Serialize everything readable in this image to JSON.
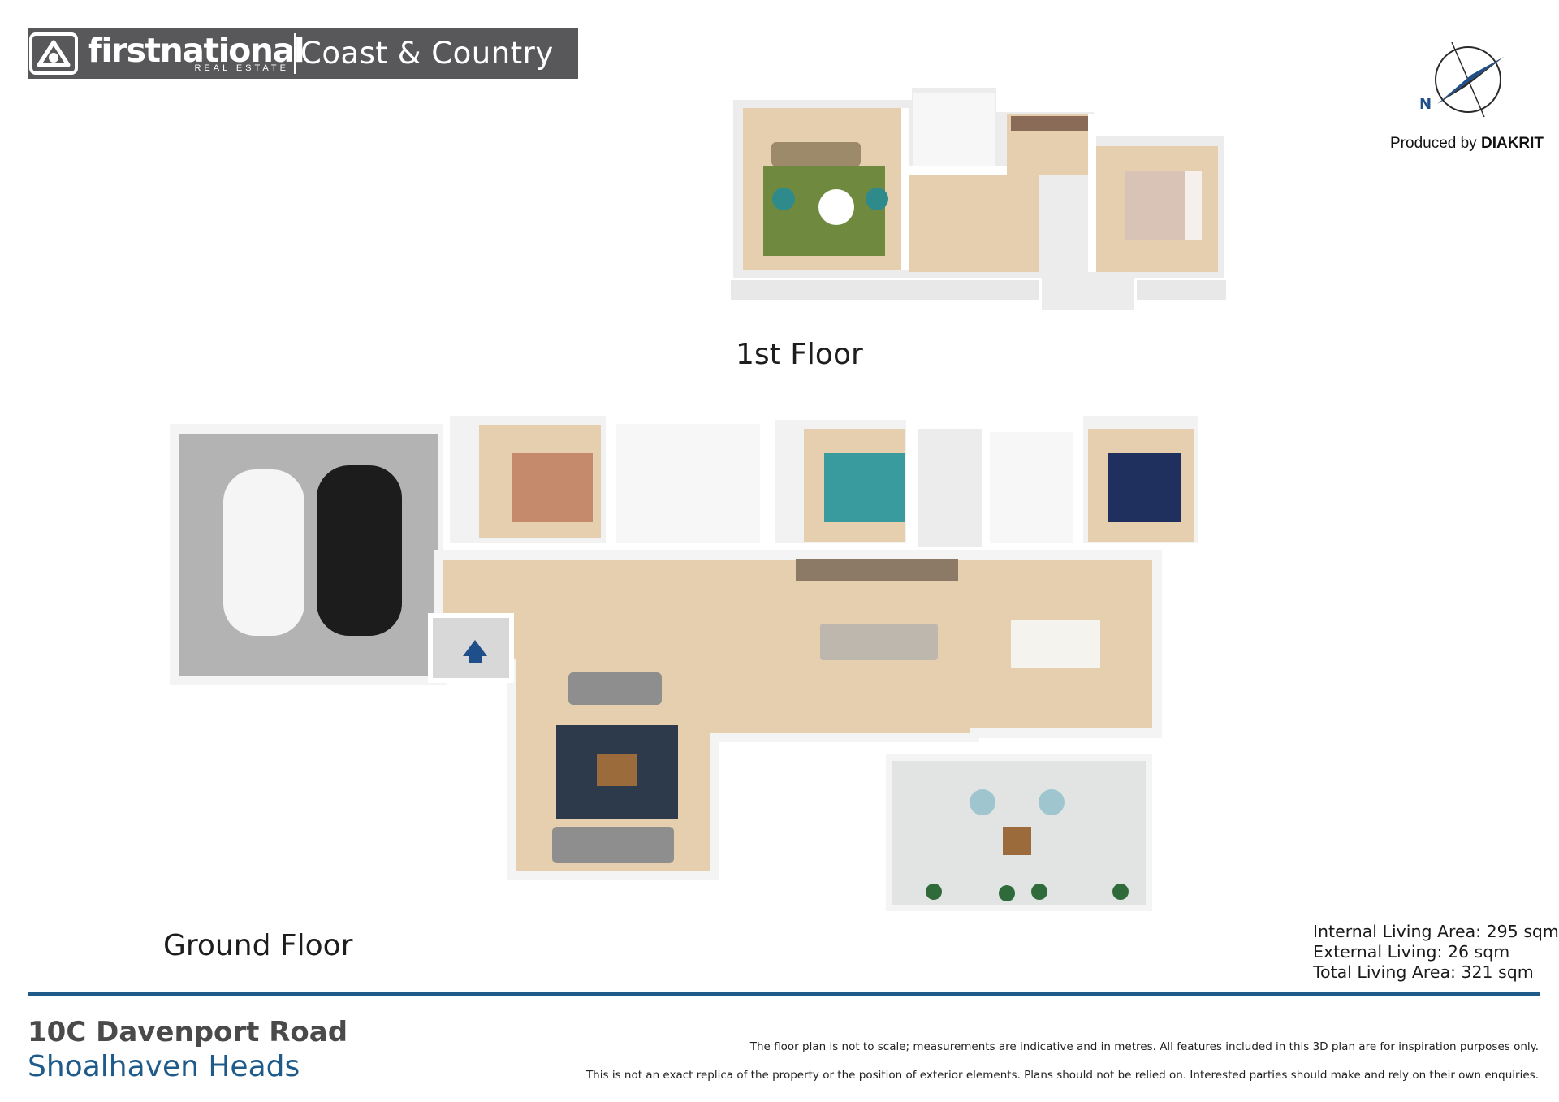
{
  "logo": {
    "brand": "firstnational",
    "brand_sub": "REAL ESTATE",
    "office": "Coast & Country",
    "colors": {
      "background": "#58585a",
      "text": "#ffffff"
    }
  },
  "compass": {
    "north_label": "N",
    "color": "#1e4f8a"
  },
  "producer": {
    "prefix": "Produced by",
    "name": "DIAKRIT"
  },
  "floors": {
    "first": "1st Floor",
    "ground": "Ground Floor"
  },
  "areas": {
    "internal": "Internal Living Area: 295 sqm",
    "external": "External Living: 26 sqm",
    "total": "Total Living Area: 321 sqm"
  },
  "address": {
    "street": "10C Davenport Road",
    "suburb": "Shoalhaven Heads"
  },
  "disclaimer": {
    "line1": "The floor plan is not to scale; measurements are indicative and in metres. All features included in this 3D plan are for inspiration purposes only.",
    "line2": "This is not an exact replica of the property or the position of exterior elements. Plans should not be relied on. Interested parties should make and rely on their own enquiries."
  },
  "colors": {
    "accent_blue": "#1e5a8a",
    "floor_wood": "#e6cfae",
    "wall": "#f4f4f4",
    "garage": "#b5b5b5",
    "deck": "#e2e4e3"
  }
}
